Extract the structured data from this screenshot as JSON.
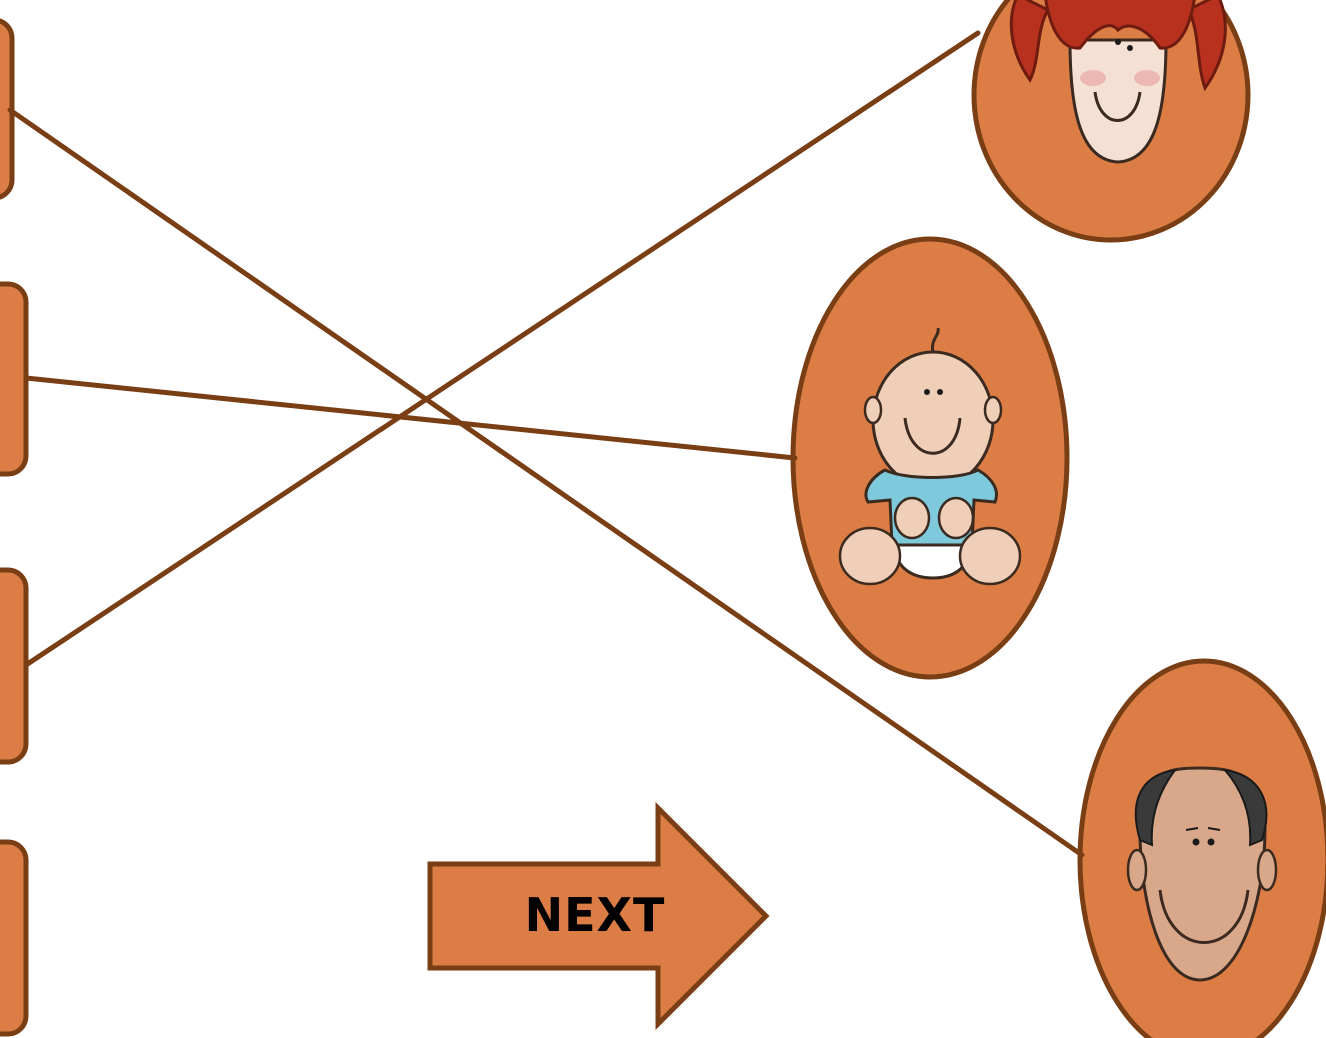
{
  "colors": {
    "fill": "#dc7d45",
    "stroke": "#7a3e15",
    "line": "#7a3e15",
    "background": "#ffffff"
  },
  "left_boxes": [
    "answer-box-1",
    "answer-box-2",
    "answer-box-3",
    "answer-box-4"
  ],
  "pictures": [
    {
      "name": "girl-picture",
      "icon": "girl-with-red-pigtails"
    },
    {
      "name": "baby-picture",
      "icon": "baby-in-blue-shirt"
    },
    {
      "name": "man-picture",
      "icon": "bald-man-face"
    }
  ],
  "connections": [
    {
      "from": "answer-box-1",
      "to": "man-picture"
    },
    {
      "from": "answer-box-2",
      "to": "baby-picture"
    },
    {
      "from": "answer-box-3",
      "to": "girl-picture"
    }
  ],
  "next_button": {
    "label": "NEXT",
    "icon": "right-arrow"
  }
}
